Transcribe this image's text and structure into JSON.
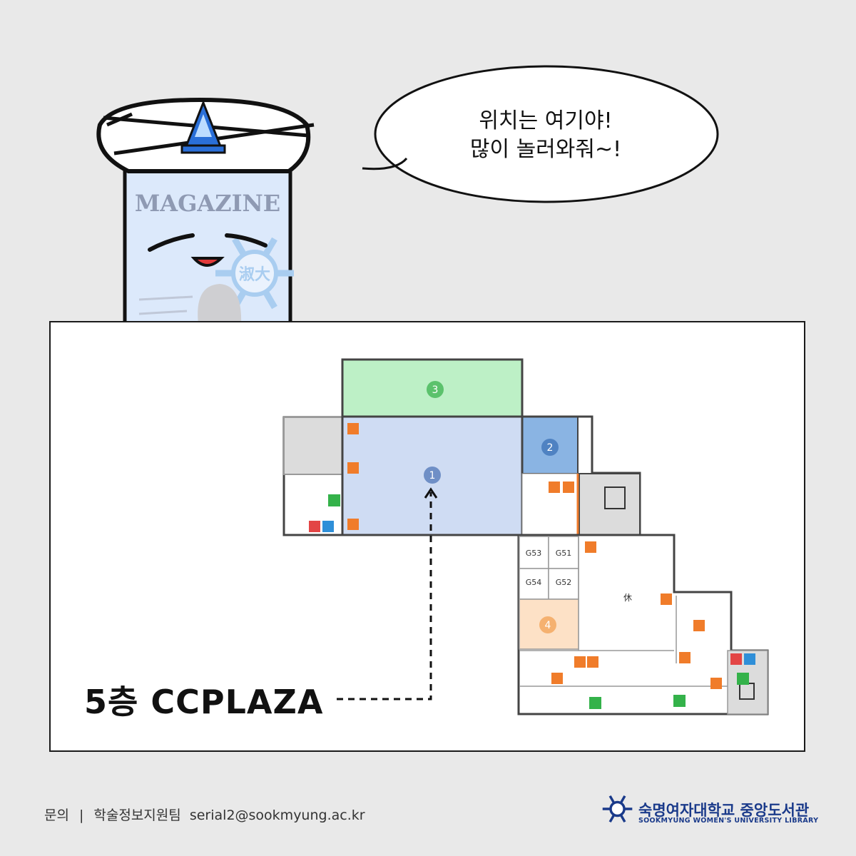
{
  "speech_bubble": {
    "line1": "위치는 여기야!",
    "line2": "많이 놀러와줘~!"
  },
  "character": {
    "magazine_label": "MAGAZINE",
    "emblem_text": "淑大"
  },
  "floor_label": "5층 CCPLAZA",
  "floor_plan": {
    "zone_markers": [
      "1",
      "2",
      "3",
      "4"
    ],
    "rooms": [
      "G53",
      "G51",
      "G54",
      "G52"
    ],
    "lounge_char": "休",
    "colors": {
      "zone1": "#cfdcf3",
      "zone2": "#8ab4e3",
      "zone3": "#bdf0c6",
      "zone4": "#fde1c6",
      "extinguisher": "#f07c2a",
      "exit": "#34b24a"
    }
  },
  "footer": {
    "contact_label": "문의",
    "separator": "|",
    "team": "학술정보지원팀",
    "email": "serial2@sookmyung.ac.kr"
  },
  "library": {
    "name_ko": "숙명여자대학교 중앙도서관",
    "name_en": "SOOKMYUNG WOMEN'S UNIVERSITY LIBRARY"
  }
}
